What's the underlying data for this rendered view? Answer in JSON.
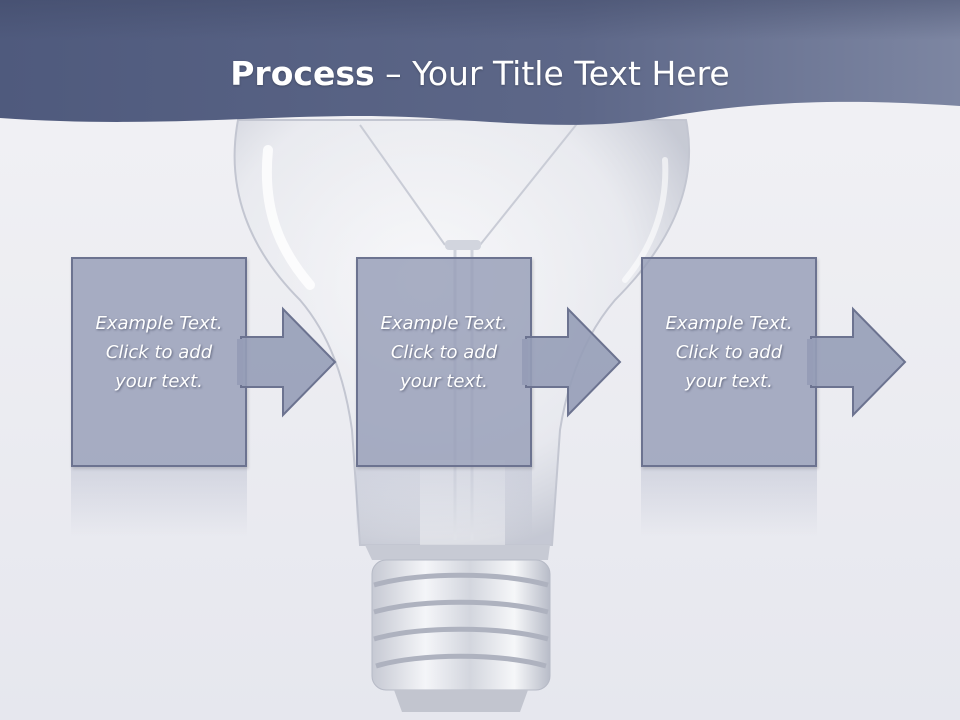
{
  "slide": {
    "title_bold": "Process",
    "title_rest": " – Your Title Text Here"
  },
  "steps": [
    {
      "line1": "Example Text.",
      "line2": "Click  to add",
      "line3": "your text."
    },
    {
      "line1": "Example Text.",
      "line2": "Click  to add",
      "line3": "your text."
    },
    {
      "line1": "Example Text.",
      "line2": "Click  to add",
      "line3": "your text."
    }
  ],
  "colors": {
    "header": "#5b6585",
    "box_fill": "#969db7",
    "box_border": "#6c7390",
    "text": "#ffffff"
  }
}
